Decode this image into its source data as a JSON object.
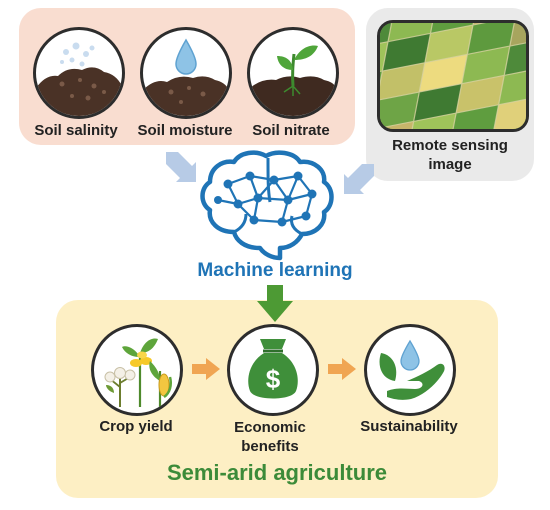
{
  "inputs": {
    "soil_salinity": "Soil salinity",
    "soil_moisture": "Soil moisture",
    "soil_nitrate": "Soil nitrate",
    "remote_sensing_line1": "Remote sensing",
    "remote_sensing_line2": "image"
  },
  "model": {
    "label": "Machine learning"
  },
  "outputs": {
    "crop_yield": "Crop yield",
    "economic_line1": "Economic",
    "economic_line2": "benefits",
    "sustainability": "Sustainability",
    "money_symbol": "$"
  },
  "footer": {
    "title": "Semi-arid agriculture"
  },
  "colors": {
    "soil_panel": "#f9ddd0",
    "remote_panel": "#eaeaea",
    "agri_panel": "#fdefc4",
    "brain_blue": "#1f74b6",
    "arrow_blue": "#b7cbe6",
    "arrow_orange": "#f0a552",
    "arrow_green": "#4d9a34",
    "agri_green": "#3c8b39"
  }
}
